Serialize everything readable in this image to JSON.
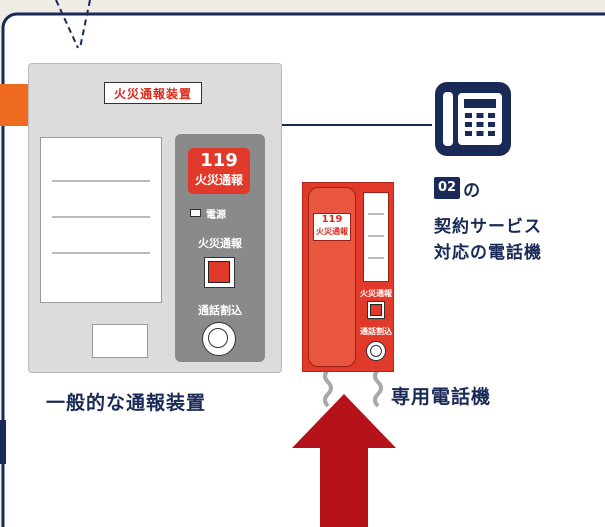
{
  "panel": {
    "title": "火災通報装置",
    "badge_line1": "119",
    "badge_line2": "火災通報",
    "power_label": "電源",
    "alarm_label": "火災通報",
    "intercept_label": "通話割込",
    "caption": "一般的な通報装置"
  },
  "handset": {
    "badge_line1": "119",
    "badge_line2": "火災通報",
    "alarm_label": "火災通報",
    "intercept_label": "通話割込",
    "caption": "専用電話機"
  },
  "service": {
    "number": "02",
    "suffix": "の",
    "line1": "契約サービス",
    "line2": "対応の電話機"
  },
  "icons": [
    "office-phone-icon",
    "up-arrow-icon"
  ],
  "colors": {
    "navy": "#1a2a57",
    "red": "#e23a2a",
    "dark_red": "#b5121b",
    "orange": "#ee6a21",
    "panel_gray": "#dcdcdc",
    "ctrl_gray": "#8a8a8a"
  }
}
